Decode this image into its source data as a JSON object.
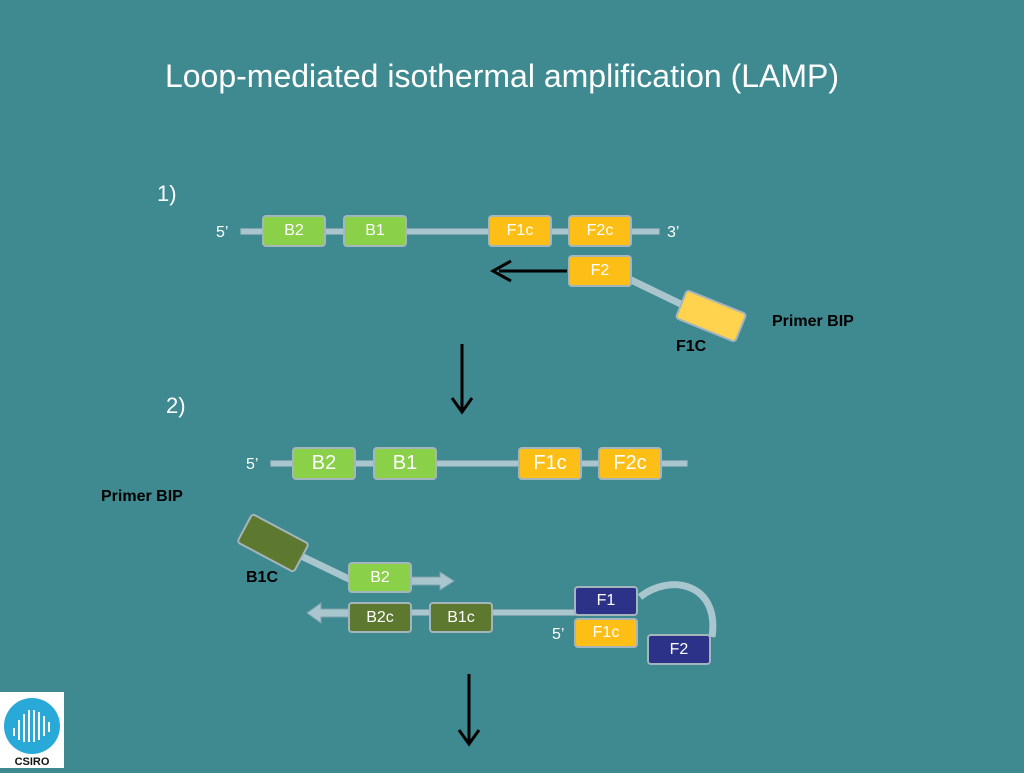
{
  "title": "Loop-mediated isothermal amplification (LAMP)",
  "step1": {
    "label": "1)",
    "five_prime": "5’",
    "three_prime": "3’",
    "segments": [
      "B2",
      "B1",
      "F1c",
      "F2c"
    ],
    "primer_segment": "F2",
    "primer_tail": "F1C",
    "primer_label": "Primer BIP"
  },
  "step2": {
    "label": "2)",
    "five_prime_top": "5’",
    "top_segments": [
      "B2",
      "B1",
      "F1c",
      "F2c"
    ],
    "primer_label": "Primer BIP",
    "primer_tail": "B1C",
    "b2_segment": "B2",
    "bottom_segments": [
      "B2c",
      "B1c"
    ],
    "loop_f1": "F1",
    "loop_f1c": "F1c",
    "loop_f2": "F2",
    "five_prime_bottom": "5’"
  },
  "logo": {
    "text": "CSIRO"
  },
  "colors": {
    "background": "#3e8a90",
    "green": "#8bd049",
    "yellow": "#fdbf16",
    "dark_green": "#5d7930",
    "navy": "#2b3287",
    "strand": "#a9c6cf"
  }
}
